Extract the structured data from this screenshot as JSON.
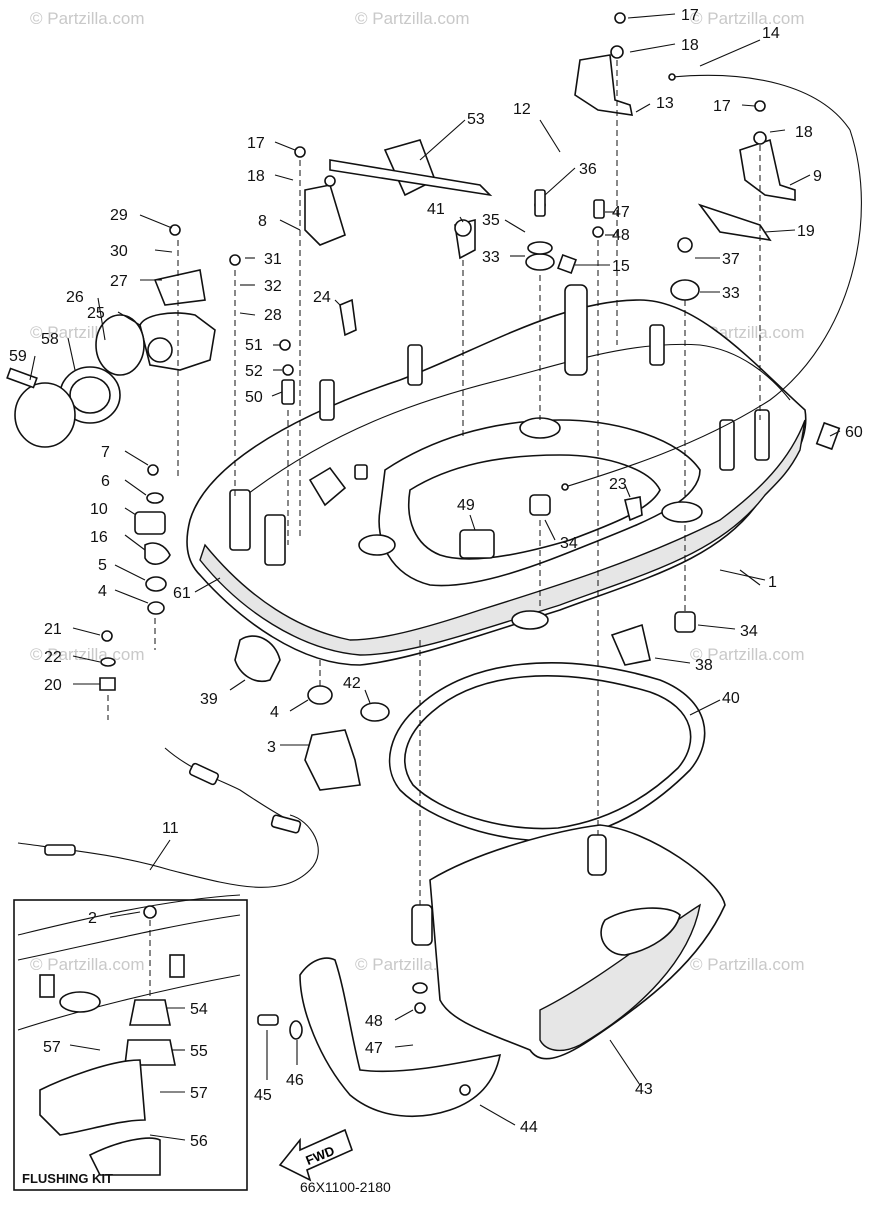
{
  "watermark": "© Partzilla.com",
  "drawing_code": "66X1100-2180",
  "flushing_kit_label": "FLUSHING KIT",
  "fwd_label": "FWD",
  "callouts": [
    {
      "id": "c17a",
      "text": "17"
    },
    {
      "id": "c18a",
      "text": "18"
    },
    {
      "id": "c14",
      "text": "14"
    },
    {
      "id": "c13",
      "text": "13"
    },
    {
      "id": "c12",
      "text": "12"
    },
    {
      "id": "c53",
      "text": "53"
    },
    {
      "id": "c17b",
      "text": "17"
    },
    {
      "id": "c18b",
      "text": "18"
    },
    {
      "id": "c17c",
      "text": "17"
    },
    {
      "id": "c18c",
      "text": "18"
    },
    {
      "id": "c36",
      "text": "36"
    },
    {
      "id": "c9",
      "text": "9"
    },
    {
      "id": "c8",
      "text": "8"
    },
    {
      "id": "c29",
      "text": "29"
    },
    {
      "id": "c30",
      "text": "30"
    },
    {
      "id": "c27",
      "text": "27"
    },
    {
      "id": "c31",
      "text": "31"
    },
    {
      "id": "c32",
      "text": "32"
    },
    {
      "id": "c28",
      "text": "28"
    },
    {
      "id": "c41",
      "text": "41"
    },
    {
      "id": "c35",
      "text": "35"
    },
    {
      "id": "c47a",
      "text": "47"
    },
    {
      "id": "c48a",
      "text": "48"
    },
    {
      "id": "c19",
      "text": "19"
    },
    {
      "id": "c33a",
      "text": "33"
    },
    {
      "id": "c15",
      "text": "15"
    },
    {
      "id": "c37",
      "text": "37"
    },
    {
      "id": "c33b",
      "text": "33"
    },
    {
      "id": "c26",
      "text": "26"
    },
    {
      "id": "c25",
      "text": "25"
    },
    {
      "id": "c24",
      "text": "24"
    },
    {
      "id": "c58",
      "text": "58"
    },
    {
      "id": "c59",
      "text": "59"
    },
    {
      "id": "c51",
      "text": "51"
    },
    {
      "id": "c52",
      "text": "52"
    },
    {
      "id": "c50",
      "text": "50"
    },
    {
      "id": "c60",
      "text": "60"
    },
    {
      "id": "c7",
      "text": "7"
    },
    {
      "id": "c6",
      "text": "6"
    },
    {
      "id": "c10",
      "text": "10"
    },
    {
      "id": "c16",
      "text": "16"
    },
    {
      "id": "c5",
      "text": "5"
    },
    {
      "id": "c4a",
      "text": "4"
    },
    {
      "id": "c61",
      "text": "61"
    },
    {
      "id": "c49",
      "text": "49"
    },
    {
      "id": "c23",
      "text": "23"
    },
    {
      "id": "c34a",
      "text": "34"
    },
    {
      "id": "c1",
      "text": "1"
    },
    {
      "id": "c21",
      "text": "21"
    },
    {
      "id": "c22",
      "text": "22"
    },
    {
      "id": "c20",
      "text": "20"
    },
    {
      "id": "c34b",
      "text": "34"
    },
    {
      "id": "c38",
      "text": "38"
    },
    {
      "id": "c39",
      "text": "39"
    },
    {
      "id": "c42",
      "text": "42"
    },
    {
      "id": "c4b",
      "text": "4"
    },
    {
      "id": "c40",
      "text": "40"
    },
    {
      "id": "c3",
      "text": "3"
    },
    {
      "id": "c11",
      "text": "11"
    },
    {
      "id": "c2",
      "text": "2"
    },
    {
      "id": "c54",
      "text": "54"
    },
    {
      "id": "c55",
      "text": "55"
    },
    {
      "id": "c57a",
      "text": "57"
    },
    {
      "id": "c57b",
      "text": "57"
    },
    {
      "id": "c56",
      "text": "56"
    },
    {
      "id": "c48b",
      "text": "48"
    },
    {
      "id": "c47b",
      "text": "47"
    },
    {
      "id": "c45",
      "text": "45"
    },
    {
      "id": "c46",
      "text": "46"
    },
    {
      "id": "c44",
      "text": "44"
    },
    {
      "id": "c43",
      "text": "43"
    }
  ]
}
